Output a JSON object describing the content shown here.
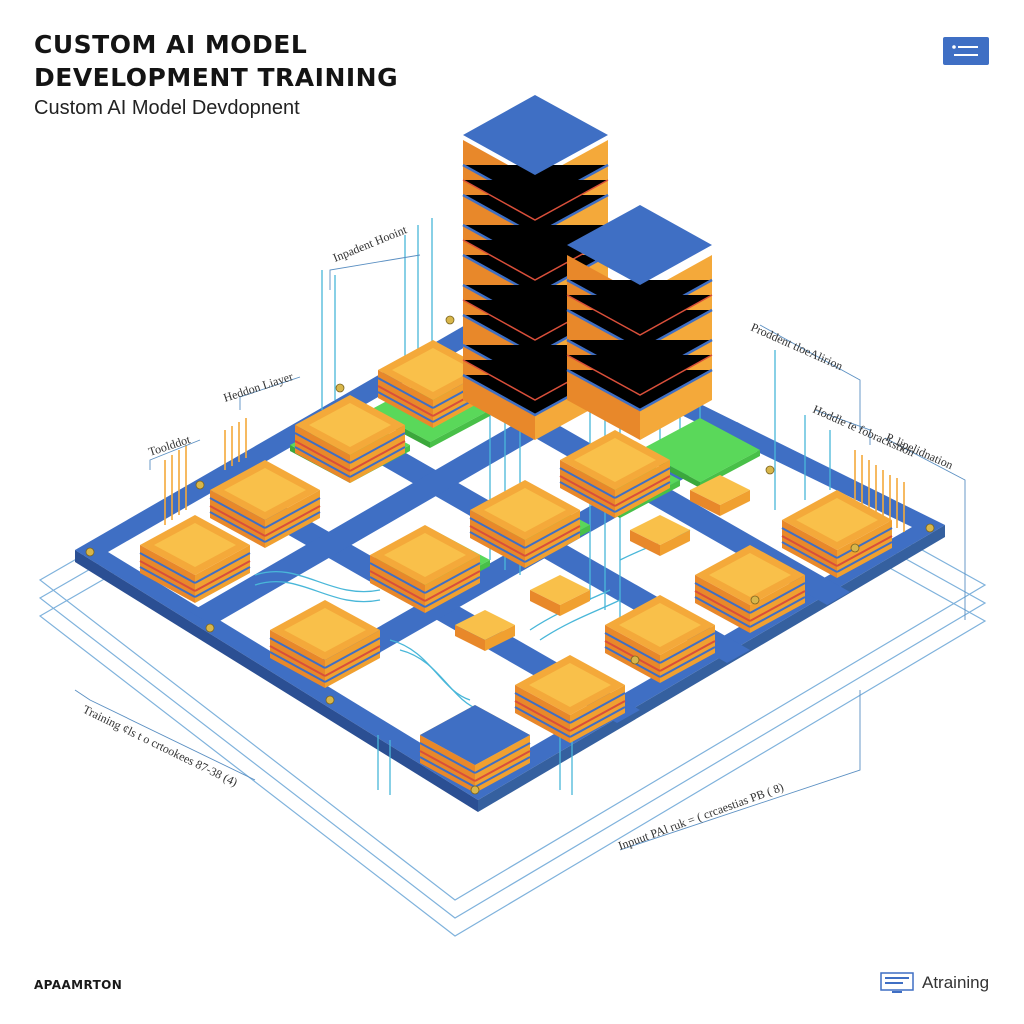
{
  "header": {
    "title_line1": "CUSTOM AI MODEL",
    "title_line2": "DEVELOPMENT TRAINING",
    "subtitle": "Custom AI Model Devdopnent"
  },
  "callouts": {
    "top": "Inpadent Hooint",
    "hidden_layer": "Heddon Liayer",
    "toolbar": "Toolddot",
    "right_top": "Proddent tloeAlirion",
    "right_mid": "Hoddle te fobrackstion",
    "right_third": "P. lipelidnation",
    "bottom_left": "Training ¢ls t o crtookees 87-38 (4)",
    "bottom_right": "Inpuut PAl ruk = ( crcaestias PB ( 8)"
  },
  "footer": {
    "left_label": "APAAMRTON",
    "right_label": "Atraining"
  },
  "colors": {
    "board_blue": "#3f6fc4",
    "chip_orange": "#f4a93a",
    "chip_green": "#5ad85a",
    "wire_cyan": "#49b7d9",
    "tower_top": "#3f6fc4"
  },
  "icons": {
    "menu": "menu-icon",
    "footer": "monitor-icon"
  }
}
